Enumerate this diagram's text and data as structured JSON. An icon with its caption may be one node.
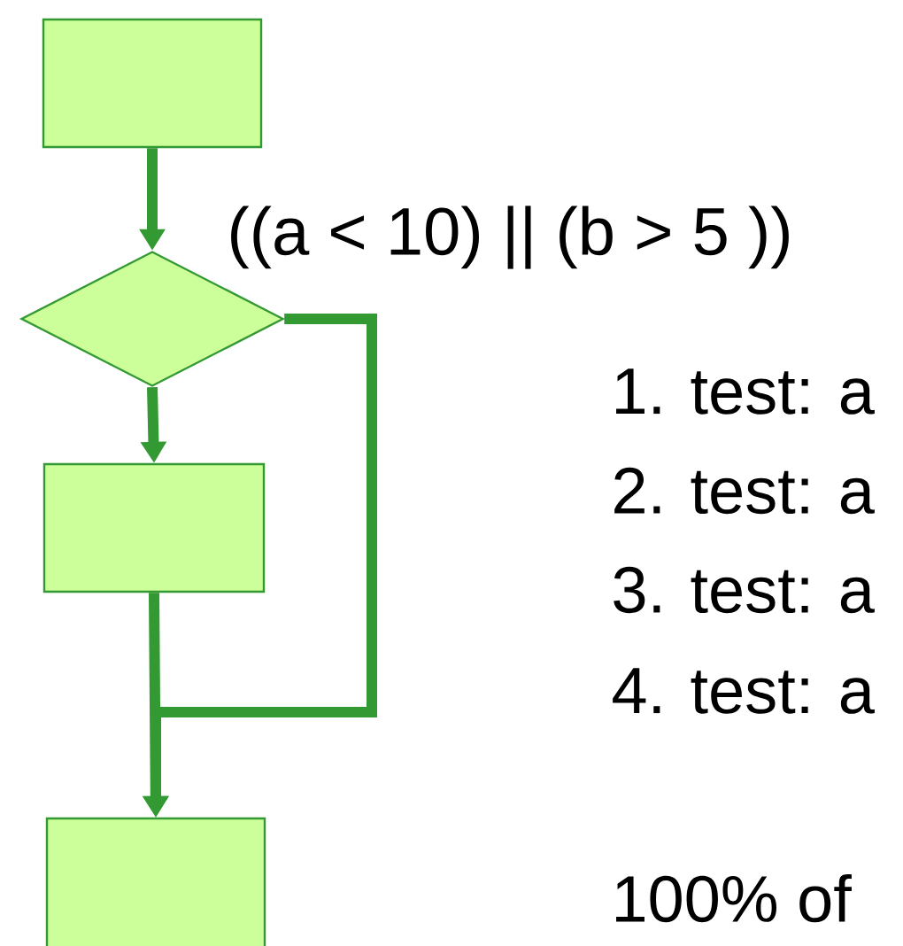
{
  "diagram": {
    "nodes": [
      {
        "text": [],
        "shape": "box"
      },
      {
        "text": [],
        "shape": "diamond",
        "beside": [
          "((a < 10) || (b > 5 ))"
        ]
      },
      {
        "text": [],
        "shape": "box"
      },
      {
        "text": [],
        "shape": "box"
      }
    ],
    "edges": [
      {
        "from": 0,
        "to": 1,
        "arrow": "to"
      },
      {
        "from": 1,
        "to": 2,
        "arrow": "to"
      },
      {
        "from": 2,
        "to": 3,
        "arrow": "to"
      },
      {
        "from": 1,
        "to": 3,
        "arrow": "to"
      }
    ],
    "labels": [
      "1. test: a",
      "2. test: a",
      "3. test: a",
      "4. test: a",
      "100% of"
    ]
  }
}
